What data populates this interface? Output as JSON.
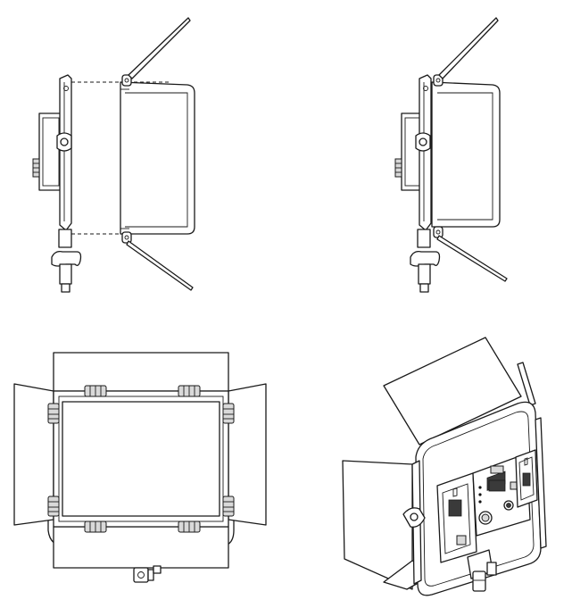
{
  "figure": {
    "panels": [
      {
        "id": "side-view-barndoors-detached"
      },
      {
        "id": "side-view-barndoors-attached"
      },
      {
        "id": "front-view-barndoors-open"
      },
      {
        "id": "rear-perspective-view"
      }
    ],
    "colors": {
      "line": "#1a1a1a",
      "background": "#ffffff",
      "shade": "#d9d9d9"
    }
  }
}
